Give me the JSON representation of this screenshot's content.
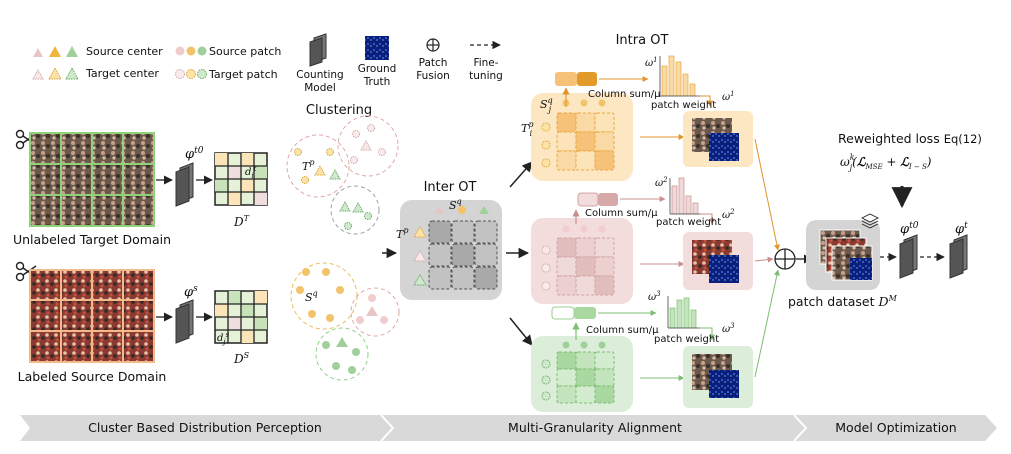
{
  "legend": {
    "source_center": "Source center",
    "source_patch": "Source patch",
    "target_center": "Target center",
    "target_patch": "Target patch",
    "counting_model": [
      "Counting",
      "Model"
    ],
    "ground_truth": [
      "Ground",
      "Truth"
    ],
    "patch_fusion": [
      "Patch",
      "Fusion"
    ],
    "fine_tuning": [
      "Fine-",
      "tuning"
    ]
  },
  "domains": {
    "target": "Unlabeled Target Domain",
    "source": "Labeled Source Domain"
  },
  "symbols": {
    "phi_t0": "φ",
    "phi_t0_sup": "t0",
    "phi_s": "φ",
    "phi_s_sup": "s",
    "phi_t": "φ",
    "phi_t_sup": "t",
    "D_T": "D",
    "D_T_sup": "T",
    "D_S": "D",
    "D_S_sup": "S",
    "d_T": "d",
    "d_T_sub": "i",
    "d_T_sup": "t",
    "d_S": "d",
    "d_S_sub": "j",
    "d_S_sup": "s",
    "T_p": "T",
    "T_p_sup": "p",
    "S_q": "S",
    "S_q_sup": "q",
    "Ti_p": "T",
    "Ti_sup": "p",
    "Ti_sub": "i",
    "Sj_q": "S",
    "Sj_sup": "q",
    "Sj_sub": "j",
    "w1": "ω",
    "w1_sup": "1",
    "w2": "ω",
    "w2_sup": "2",
    "w3": "ω",
    "w3_sup": "3",
    "wjk": "ω",
    "wjk_sup": "k",
    "wjk_sub": "j"
  },
  "clustering": "Clustering",
  "inter_ot": "Inter  OT",
  "intra_ot": "Intra OT",
  "column_sum": "Column sum/μ",
  "patch_weight": "patch weight",
  "patch_dataset": "patch dataset",
  "patch_dataset_sym": "D",
  "patch_dataset_sup": "M",
  "reweighted": "Reweighted loss",
  "eq": "Eq(12)",
  "loss": {
    "open": "(",
    "L1": "ℒ",
    "L1_sub": "MSE",
    "plus": " + ",
    "L2": "ℒ",
    "L2_sub": "I − S",
    "close": ")"
  },
  "stages": {
    "s1": "Cluster Based Distribution Perception",
    "s2": "Multi-Granularity Alignment",
    "s3": "Model Optimization"
  },
  "colors": {
    "source_yellow": "#f2b63c",
    "source_green": "#7dbf72",
    "target_pink": "#e8b5b5",
    "orange_panel": "#fde7c2",
    "pink_panel": "#f2dcdc",
    "green_panel": "#dceeda",
    "gray_panel": "#d4d4d4"
  }
}
